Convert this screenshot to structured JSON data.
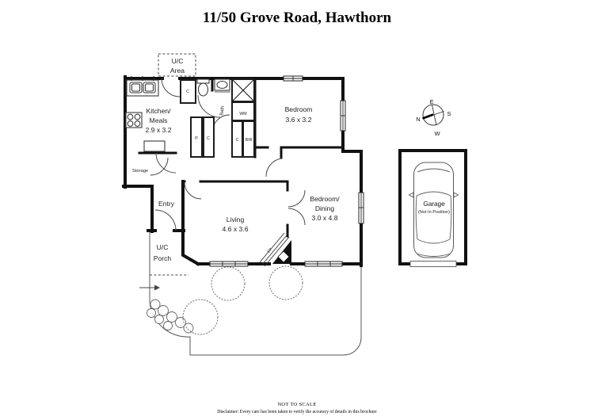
{
  "title": "11/50 Grove Road, Hawthorn",
  "plan": {
    "uc_area_1": "U/C",
    "uc_area_2": "Area",
    "kitchen_1": "Kitchen/",
    "kitchen_2": "Meals",
    "kitchen_dims": "2.9 x 3.2",
    "storage": "Storage",
    "entry": "Entry",
    "porch_1": "U/C",
    "porch_2": "Porch",
    "living": "Living",
    "living_dims": "4.6 x 3.6",
    "bedroom_1": "Bedroom",
    "bedroom_dims": "3.6 x 3.2",
    "bed_dining_1": "Bedroom/",
    "bed_dining_2": "Dining",
    "bed_dining_dims": "3.0 x 4.8",
    "bath": "Bath",
    "wm": "WM",
    "p": "P",
    "c_top": "C",
    "c_hall": "C",
    "c_robe": "C",
    "bir": "BIR",
    "fp": "FP"
  },
  "compass": {
    "n": "N",
    "e": "E",
    "s": "S",
    "w": "W"
  },
  "garage": {
    "name": "Garage",
    "note": "(Not In Position)"
  },
  "footer": {
    "scale": "NOT TO SCALE",
    "disclaimer": "Disclaimer: Every care has been taken to verify the accuracy of details in this brochure"
  },
  "colors": {
    "wall": "#1a1a1a",
    "thin_line": "#555555",
    "label": "#222222"
  }
}
